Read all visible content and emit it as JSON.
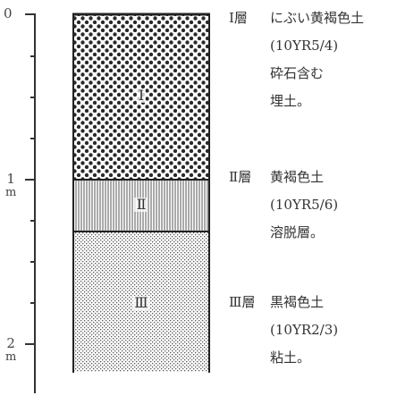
{
  "scale": {
    "ticks": [
      {
        "value": "0",
        "unit": ""
      },
      {
        "value": "1",
        "unit": "m"
      },
      {
        "value": "2",
        "unit": "m"
      }
    ]
  },
  "layers": [
    {
      "numeral": "Ⅰ",
      "name": "Ⅰ層",
      "lines": [
        "にぶい黄褐色土",
        "(10YR5/4)",
        "砕石含む",
        "埋土。"
      ],
      "pattern": "dots"
    },
    {
      "numeral": "Ⅱ",
      "name": "Ⅱ層",
      "lines": [
        "黄褐色土",
        "(10YR5/6)",
        "溶脱層。"
      ],
      "pattern": "vertical-lines"
    },
    {
      "numeral": "Ⅲ",
      "name": "Ⅲ層",
      "lines": [
        "黒褐色土",
        "(10YR2/3)",
        "粘土。"
      ],
      "pattern": "stipple"
    }
  ]
}
